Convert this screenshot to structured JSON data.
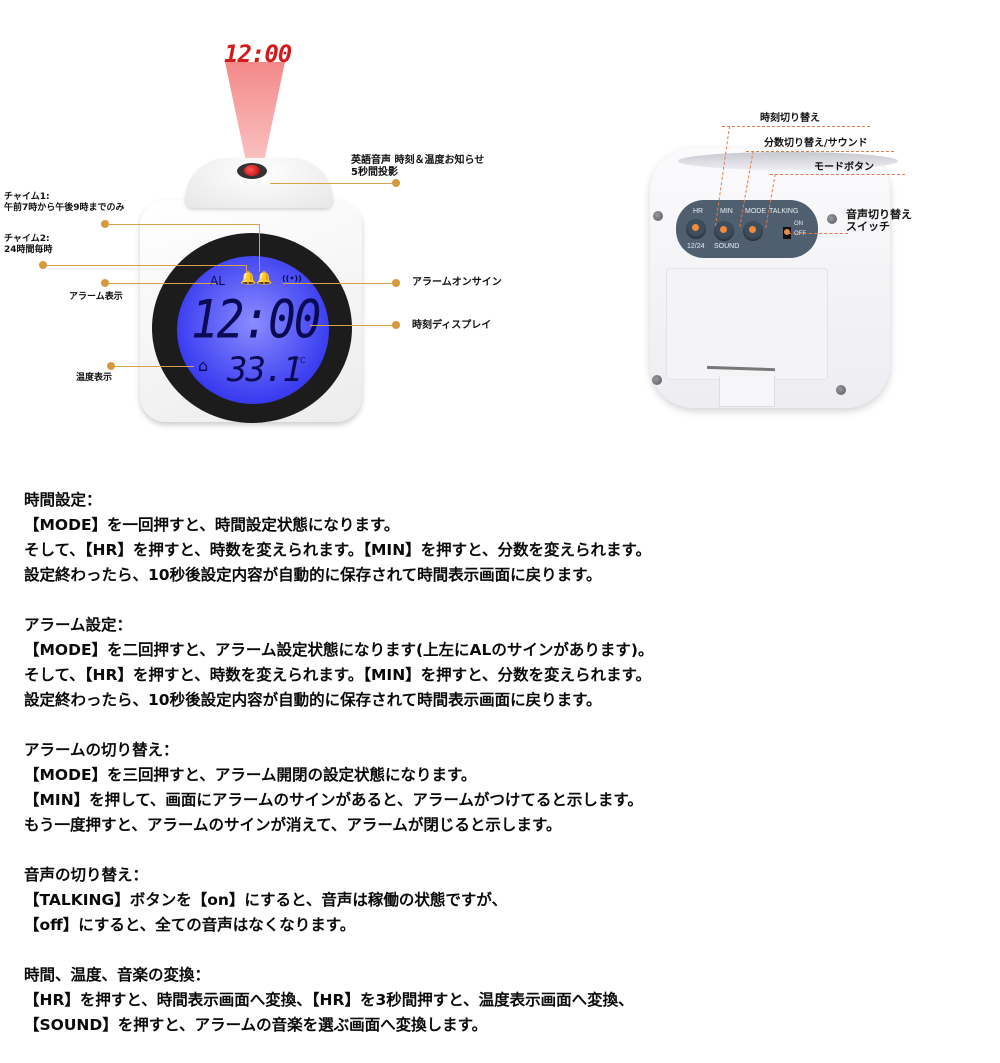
{
  "front_image": {
    "projection_text": "12:00",
    "lcd": {
      "alarm_indicator": "AL",
      "bells": "🔔🔔",
      "signal": "((•))",
      "time": "12:00",
      "temperature": "33.1",
      "temperature_unit": "°C",
      "house_icon": "⌂"
    },
    "callouts": {
      "projection": [
        "英語音声 時刻＆温度お知らせ",
        "5秒間投影"
      ],
      "chime1": [
        "チャイム1:",
        "午前7時から午後9時までのみ"
      ],
      "chime2": [
        "チャイム2:",
        "24時間毎時"
      ],
      "alarm_display": "アラーム表示",
      "temperature_display": "温度表示",
      "alarm_on_sign": "アラームオンサイン",
      "time_display": "時刻ディスプレイ"
    }
  },
  "back_image": {
    "panel": {
      "hr_top": "HR",
      "hr_bottom": "12/24",
      "min_top": "MIN",
      "min_bottom": "SOUND",
      "mode_top": "MODE",
      "talking_top": "TALKING",
      "on": "ON",
      "off": "OFF"
    },
    "callouts": {
      "hour_switch": "時刻切り替え",
      "minute_sound": "分数切り替え/サウンド",
      "mode_button": "モードボタン",
      "voice_switch": [
        "音声切り替え",
        "スイッチ"
      ]
    }
  },
  "instructions": [
    {
      "title": "時間設定：",
      "lines": [
        "【MODE】を一回押すと、時間設定状態になります。",
        "そして、【HR】を押すと、時数を変えられます。【MIN】を押すと、分数を変えられます。",
        "設定終わったら、10秒後設定内容が自動的に保存されて時間表示画面に戻ります。"
      ]
    },
    {
      "title": "アラーム設定：",
      "lines": [
        "【MODE】を二回押すと、アラーム設定状態になります(上左にALのサインがあります)。",
        "そして、【HR】を押すと、時数を変えられます。【MIN】を押すと、分数を変えられます。",
        "設定終わったら、10秒後設定内容が自動的に保存されて時間表示画面に戻ります。"
      ]
    },
    {
      "title": "アラームの切り替え：",
      "lines": [
        "【MODE】を三回押すと、アラーム開閉の設定状態になります。",
        "【MIN】を押して、画面にアラームのサインがあると、アラームがつけてると示します。",
        "もう一度押すと、アラームのサインが消えて、アラームが閉じると示します。"
      ]
    },
    {
      "title": "音声の切り替え：",
      "lines": [
        "【TALKING】ボタンを【on】にすると、音声は稼働の状態ですが、",
        "【off】にすると、全ての音声はなくなります。"
      ]
    },
    {
      "title": "時間、温度、音楽の変換：",
      "lines": [
        "【HR】を押すと、時間表示画面へ変換、【HR】を3秒間押すと、温度表示画面へ変換、",
        "【SOUND】を押すと、アラームの音楽を選ぶ画面へ変換します。"
      ]
    }
  ]
}
